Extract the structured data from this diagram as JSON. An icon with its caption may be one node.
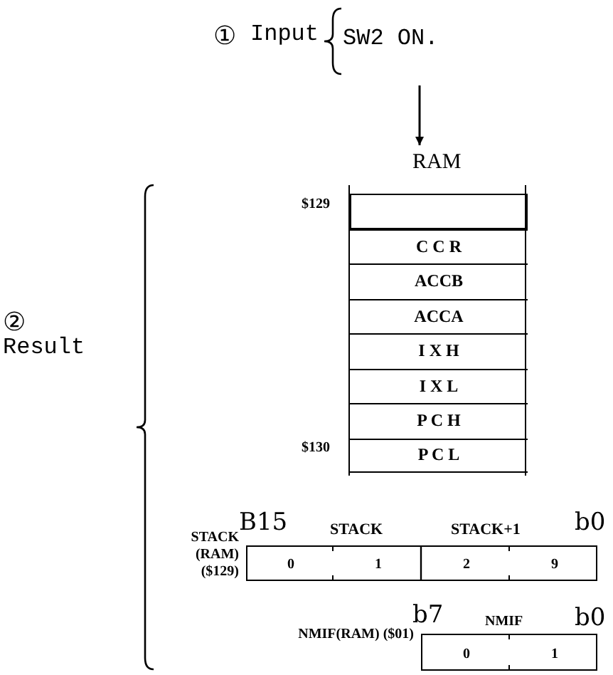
{
  "diagram": {
    "nodes": [
      {
        "text": [
          "SW2 ON."
        ]
      },
      {
        "text": [
          "RAM"
        ]
      },
      {
        "text": [],
        "shape": "box",
        "in": 1
      },
      {
        "text": [
          "C C R"
        ],
        "in": 1
      },
      {
        "text": [
          "ACCB"
        ],
        "in": 1
      },
      {
        "text": [
          "ACCA"
        ],
        "in": 1
      },
      {
        "text": [
          "I X H"
        ],
        "in": 1
      },
      {
        "text": [
          "I X L"
        ],
        "in": 1
      },
      {
        "text": [
          "P C H"
        ],
        "in": 1
      },
      {
        "text": [
          "P C L"
        ],
        "in": 1
      },
      {
        "text": [],
        "shape": "box"
      },
      {
        "text": [
          "0"
        ],
        "in": 10
      },
      {
        "text": [
          "1"
        ],
        "in": 10
      },
      {
        "text": [
          "2"
        ],
        "in": 10
      },
      {
        "text": [
          "9"
        ],
        "in": 10
      },
      {
        "text": [],
        "shape": "box"
      },
      {
        "text": [
          "0"
        ],
        "in": 15
      },
      {
        "text": [
          "1"
        ],
        "in": 15
      }
    ],
    "edges": [
      {
        "from": 0,
        "to": 1,
        "arrow": "to"
      }
    ],
    "labels": [
      "①",
      "Input",
      "$129",
      "②",
      "Result",
      "$130",
      "B15",
      "STACK",
      "STACK+1",
      "b0",
      "STACK (RAM) ($129)",
      "b7",
      "NMIF",
      "b0",
      "NMIF(RAM) ($01)"
    ]
  }
}
